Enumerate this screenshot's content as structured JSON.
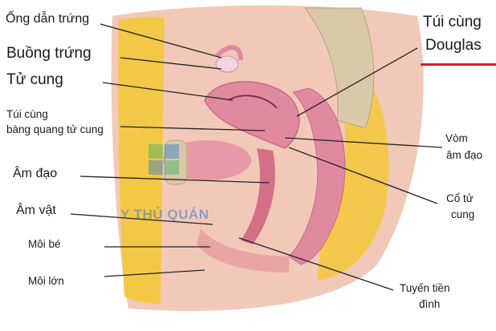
{
  "labels": {
    "ong_dan_trung": "Ống dẫn trứng",
    "buong_trung": "Buồng trứng",
    "tu_cung": "Tử cung",
    "tui_cung_bq_1": "Túi cùng",
    "tui_cung_bq_2": "bàng quang tử cung",
    "am_dao": "Âm đạo",
    "am_vat": "Âm vật",
    "moi_be": "Môi bé",
    "moi_lon": "Môi lớn",
    "tui_cung_douglas_1": "Túi cùng",
    "tui_cung_douglas_2": "Douglas",
    "vom_am_dao_1": "Vòm",
    "vom_am_dao_2": "âm đạo",
    "co_tu_cung_1": "Cổ tử",
    "co_tu_cung_2": "cung",
    "tuyen_tien_dinh_1": "Tuyến tiền",
    "tuyen_tien_dinh_2": "đình"
  },
  "watermark": {
    "text": "Y THỦ QUÁN"
  },
  "colors": {
    "tissue": "#f2c9b8",
    "fat": "#f3c83a",
    "muscle": "#e08aa0",
    "bone": "#d9c9a8",
    "leader": "#222222",
    "accent": "#cc2222"
  }
}
